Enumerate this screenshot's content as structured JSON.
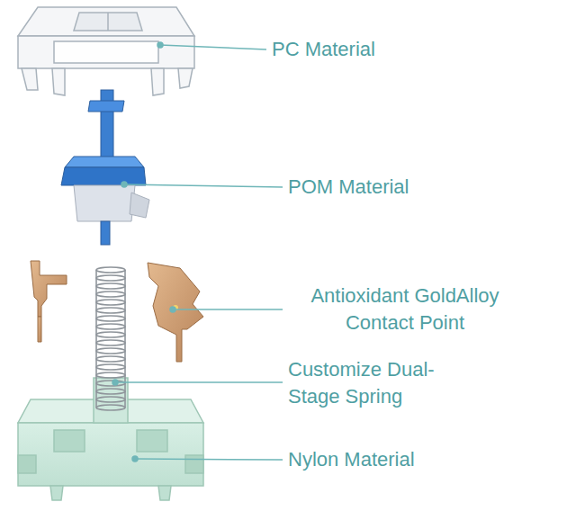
{
  "diagram": {
    "labels": [
      "PC Material",
      "POM Material",
      "Antioxidant GoldAlloy Contact Point",
      "Customize Dual-Stage Spring",
      "Nylon Material"
    ]
  }
}
